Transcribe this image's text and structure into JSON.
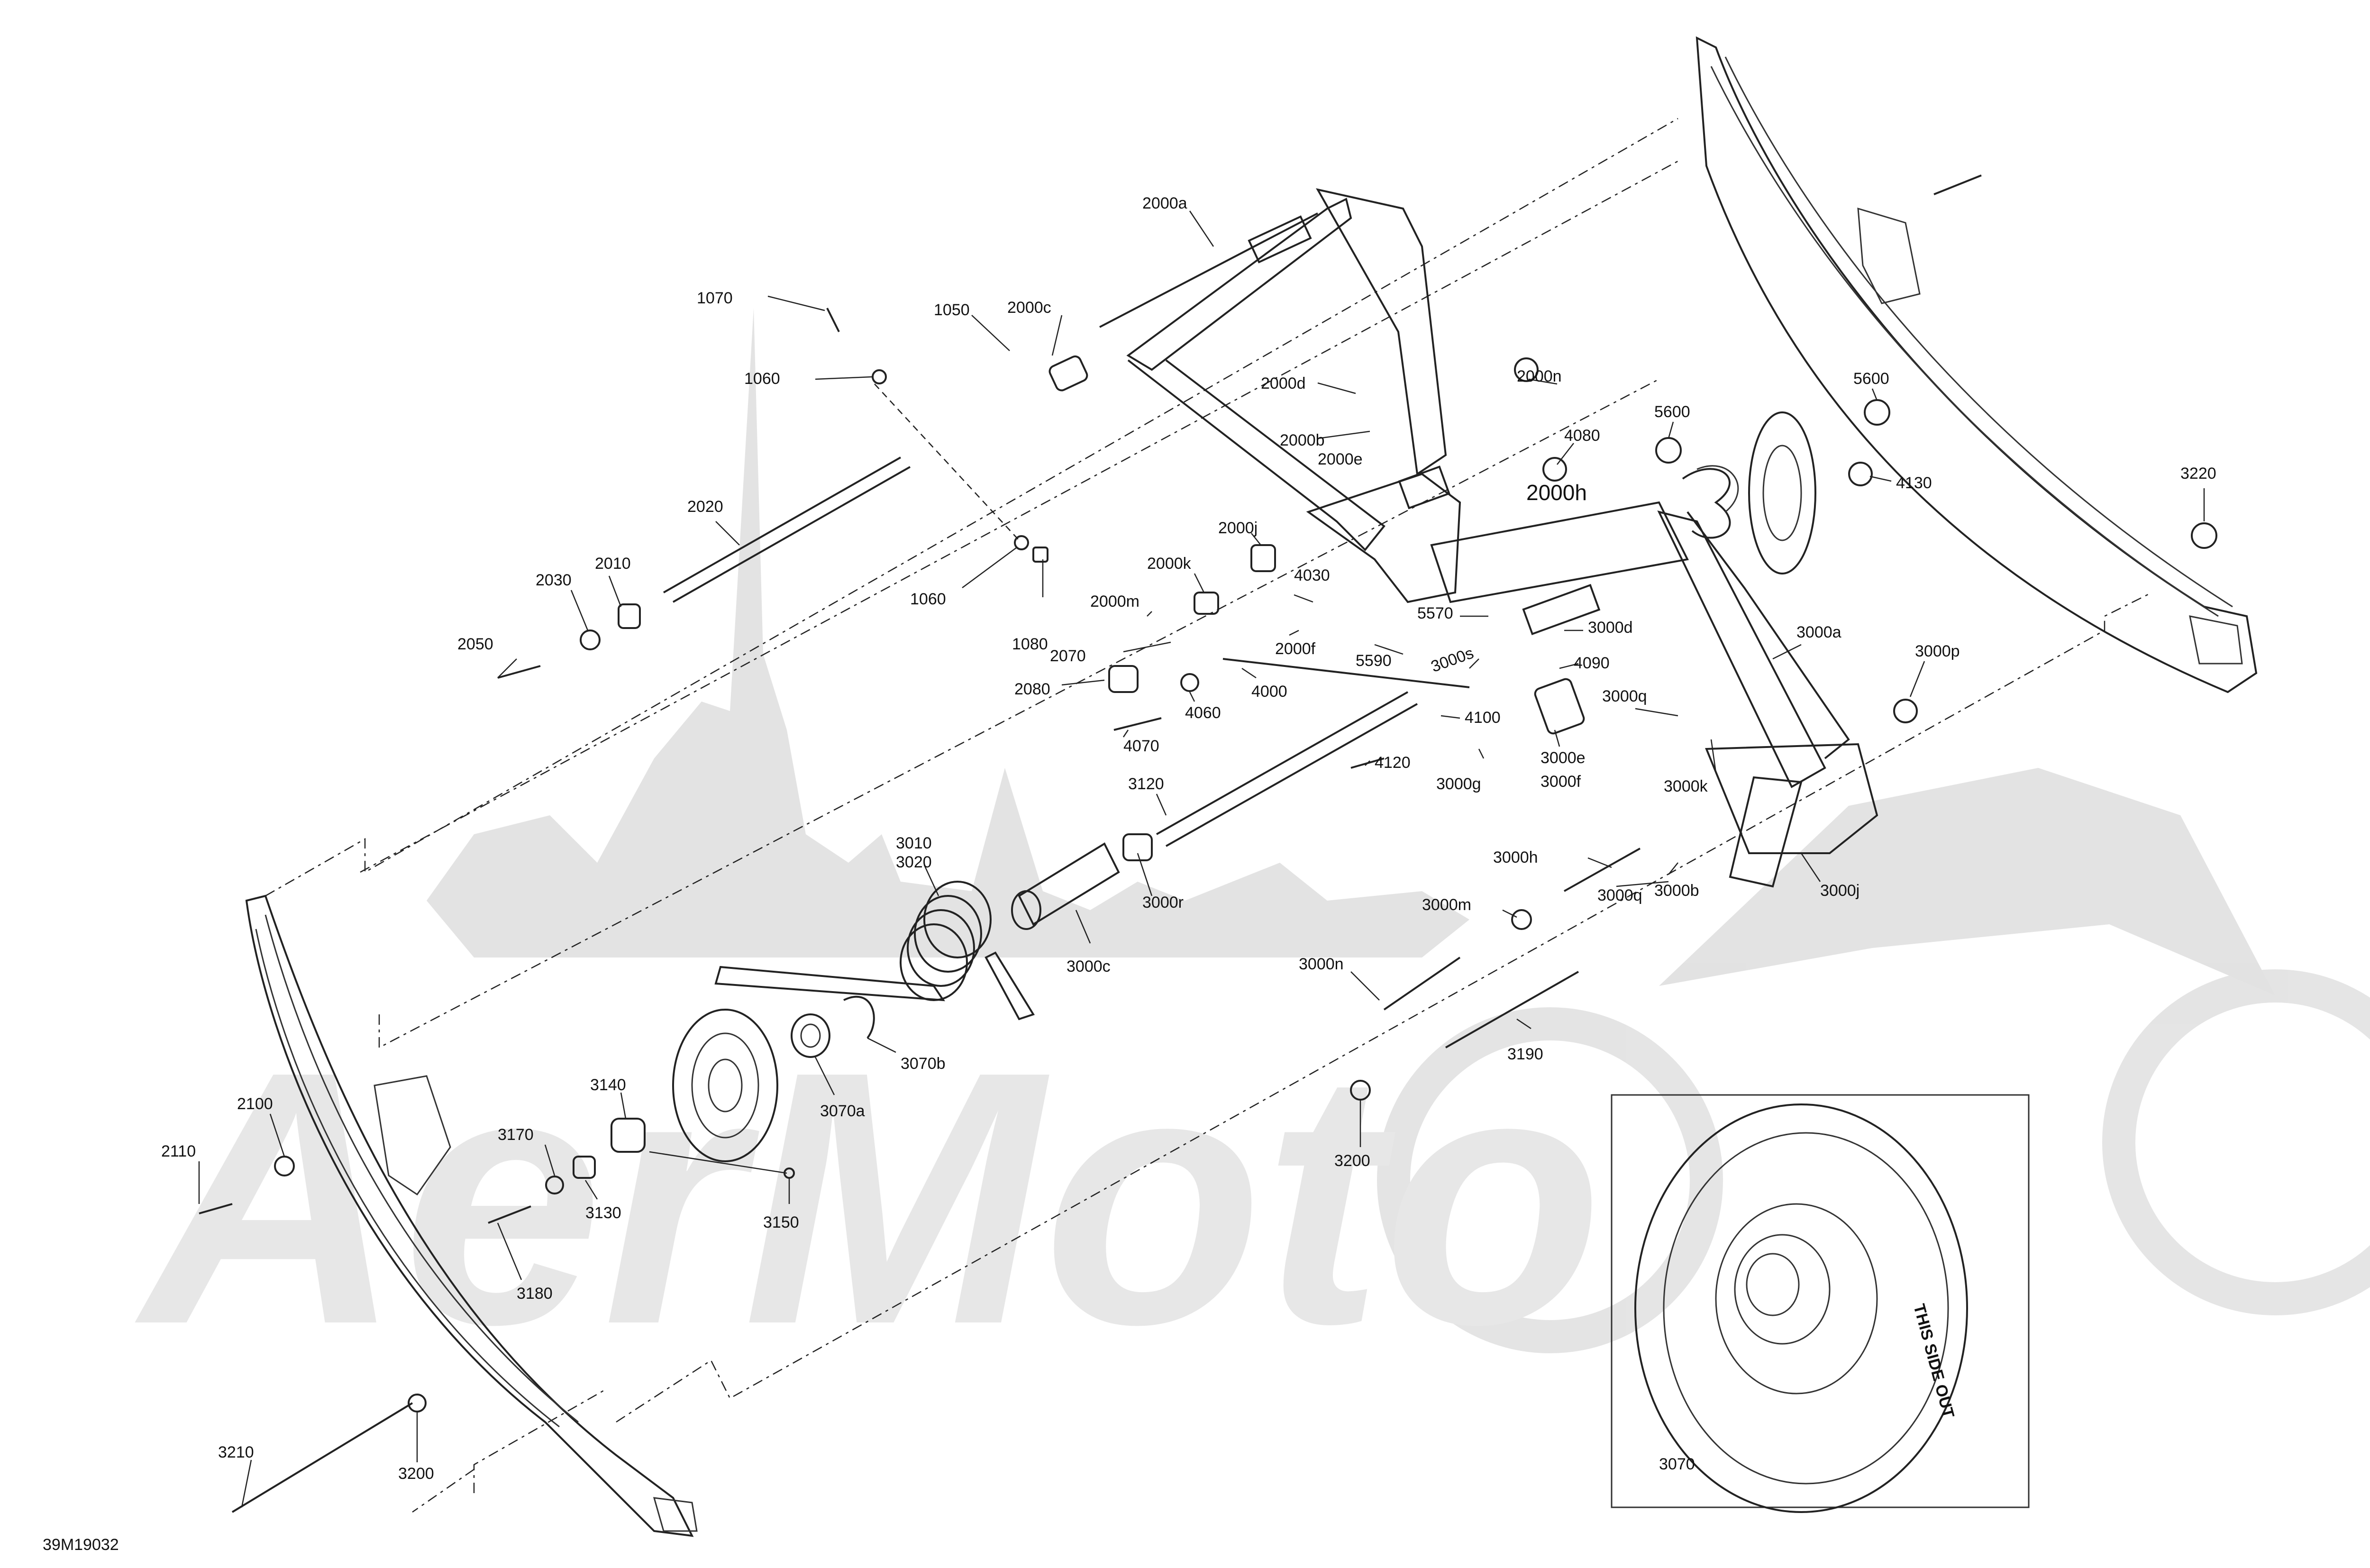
{
  "diagram": {
    "code": "39M19032",
    "watermark_text": "AerMoto",
    "inset_label": "3070",
    "wheel_text": "THIS SIDE OUT",
    "callouts": [
      {
        "id": "2000a",
        "label": "2000a"
      },
      {
        "id": "1070",
        "label": "1070"
      },
      {
        "id": "1050",
        "label": "1050"
      },
      {
        "id": "2000c",
        "label": "2000c"
      },
      {
        "id": "1060a",
        "label": "1060"
      },
      {
        "id": "2000d",
        "label": "2000d"
      },
      {
        "id": "2000n",
        "label": "2000n"
      },
      {
        "id": "5600",
        "label": "5600"
      },
      {
        "id": "2000b",
        "label": "2000b"
      },
      {
        "id": "2000e",
        "label": "2000e"
      },
      {
        "id": "4080",
        "label": "4080"
      },
      {
        "id": "5600b",
        "label": "5600"
      },
      {
        "id": "2000h",
        "label": "2000h"
      },
      {
        "id": "4130",
        "label": "4130"
      },
      {
        "id": "3220",
        "label": "3220"
      },
      {
        "id": "2020",
        "label": "2020"
      },
      {
        "id": "2000j",
        "label": "2000j"
      },
      {
        "id": "2010",
        "label": "2010"
      },
      {
        "id": "2030",
        "label": "2030"
      },
      {
        "id": "1060b",
        "label": "1060"
      },
      {
        "id": "2000k",
        "label": "2000k"
      },
      {
        "id": "4030",
        "label": "4030"
      },
      {
        "id": "5570",
        "label": "5570"
      },
      {
        "id": "3000d",
        "label": "3000d"
      },
      {
        "id": "3000a",
        "label": "3000a"
      },
      {
        "id": "2000m",
        "label": "2000m"
      },
      {
        "id": "1080",
        "label": "1080"
      },
      {
        "id": "2050",
        "label": "2050"
      },
      {
        "id": "2070",
        "label": "2070"
      },
      {
        "id": "2000f",
        "label": "2000f"
      },
      {
        "id": "5590",
        "label": "5590"
      },
      {
        "id": "3000s",
        "label": "3000s"
      },
      {
        "id": "4090",
        "label": "4090"
      },
      {
        "id": "3000p",
        "label": "3000p"
      },
      {
        "id": "2080",
        "label": "2080"
      },
      {
        "id": "4000",
        "label": "4000"
      },
      {
        "id": "4060",
        "label": "4060"
      },
      {
        "id": "3000q",
        "label": "3000q"
      },
      {
        "id": "4100",
        "label": "4100"
      },
      {
        "id": "4070",
        "label": "4070"
      },
      {
        "id": "4120",
        "label": "4120"
      },
      {
        "id": "3000e",
        "label": "3000e"
      },
      {
        "id": "3000f",
        "label": "3000f"
      },
      {
        "id": "3000g",
        "label": "3000g"
      },
      {
        "id": "3000k",
        "label": "3000k"
      },
      {
        "id": "3120",
        "label": "3120"
      },
      {
        "id": "3010",
        "label": "3010"
      },
      {
        "id": "3020",
        "label": "3020"
      },
      {
        "id": "3000h",
        "label": "3000h"
      },
      {
        "id": "3000r",
        "label": "3000r"
      },
      {
        "id": "3000q2",
        "label": "3000q"
      },
      {
        "id": "3000b",
        "label": "3000b"
      },
      {
        "id": "3000j",
        "label": "3000j"
      },
      {
        "id": "3000m",
        "label": "3000m"
      },
      {
        "id": "3000c",
        "label": "3000c"
      },
      {
        "id": "3000n",
        "label": "3000n"
      },
      {
        "id": "3070b",
        "label": "3070b"
      },
      {
        "id": "3190",
        "label": "3190"
      },
      {
        "id": "3070a",
        "label": "3070a"
      },
      {
        "id": "2100",
        "label": "2100"
      },
      {
        "id": "3140",
        "label": "3140"
      },
      {
        "id": "3200",
        "label": "3200"
      },
      {
        "id": "2110",
        "label": "2110"
      },
      {
        "id": "3170",
        "label": "3170"
      },
      {
        "id": "3130",
        "label": "3130"
      },
      {
        "id": "3150",
        "label": "3150"
      },
      {
        "id": "3180",
        "label": "3180"
      },
      {
        "id": "3210",
        "label": "3210"
      },
      {
        "id": "3200b",
        "label": "3200"
      }
    ]
  }
}
